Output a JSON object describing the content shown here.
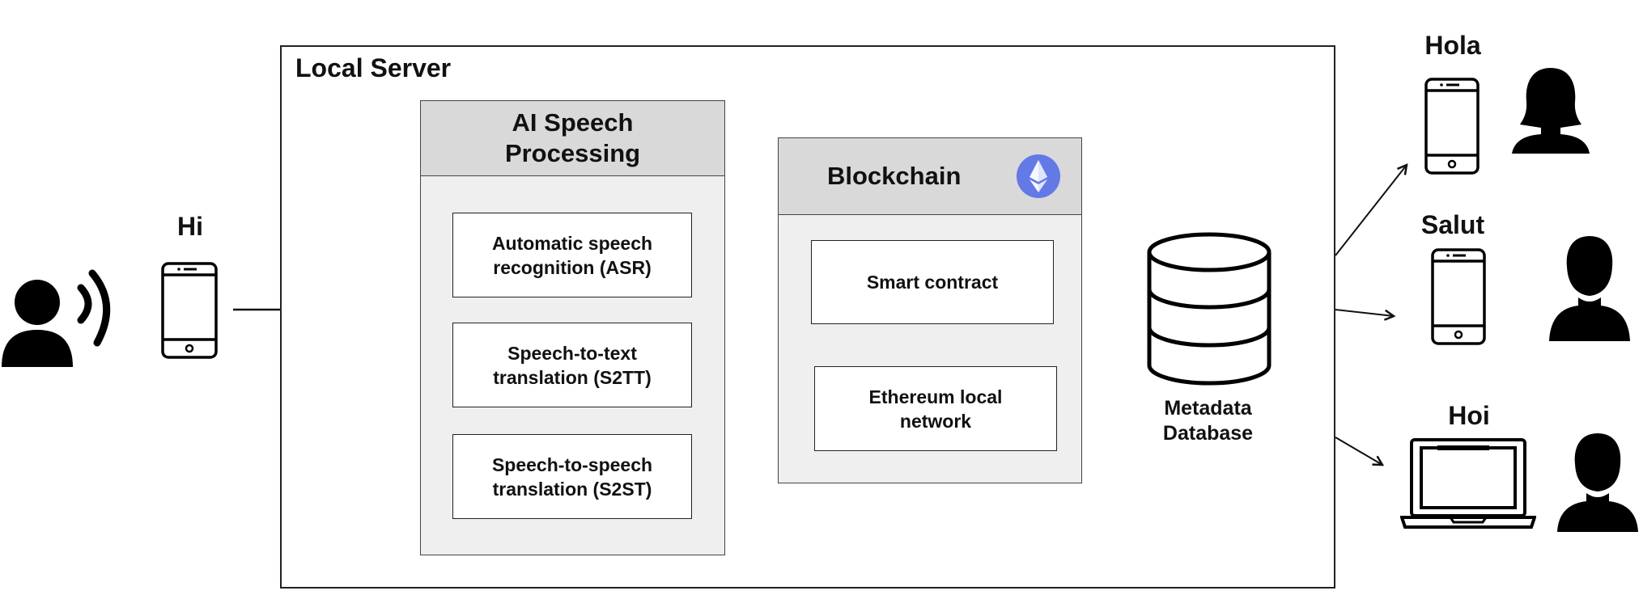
{
  "sender": {
    "greeting": "Hi"
  },
  "local_server": {
    "title": "Local Server",
    "ai_speech": {
      "title": "AI Speech Processing",
      "modules": [
        "Automatic speech recognition (ASR)",
        "Speech-to-text translation (S2TT)",
        "Speech-to-speech translation (S2ST)"
      ]
    },
    "blockchain": {
      "title": "Blockchain",
      "logo_icon": "ethereum-icon",
      "logo_color": "#6279e6",
      "smart_contract": "Smart contract",
      "network": "Ethereum local network"
    },
    "database": {
      "label": "Metadata Database",
      "icon": "database-icon"
    }
  },
  "receivers": [
    {
      "greeting": "Hola",
      "device": "phone-icon",
      "person": "woman-icon"
    },
    {
      "greeting": "Salut",
      "device": "phone-icon",
      "person": "man-icon"
    },
    {
      "greeting": "Hoi",
      "device": "laptop-icon",
      "person": "man-icon"
    }
  ],
  "colors": {
    "panel_fill": "#efefef",
    "header_fill": "#d9d9d9",
    "stroke": "#222222"
  }
}
